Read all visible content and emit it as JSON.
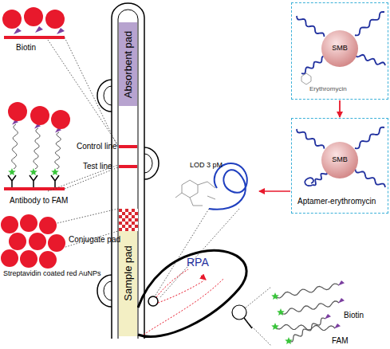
{
  "diagram": {
    "nodes": [
      {
        "text": [
          "Absorbent pad"
        ]
      },
      {
        "text": [
          "Sample pad"
        ]
      },
      {
        "text": [
          "Erythromycin"
        ]
      },
      {
        "text": [
          "SMB"
        ],
        "in": 2
      },
      {
        "text": [
          "Aptamer-erythromycin"
        ]
      },
      {
        "text": [
          "SMB"
        ],
        "in": 4
      }
    ],
    "edges": [
      {
        "from": 2,
        "to": 4,
        "arrow": "to"
      }
    ],
    "labels": [
      "Control line",
      "Test line",
      "Conjugate pad",
      "Biotin",
      "Antibody to FAM",
      "Streptavidin coated red AuNPs",
      "LOD  3 pM",
      "RPA",
      "Biotin",
      "FAM"
    ]
  }
}
